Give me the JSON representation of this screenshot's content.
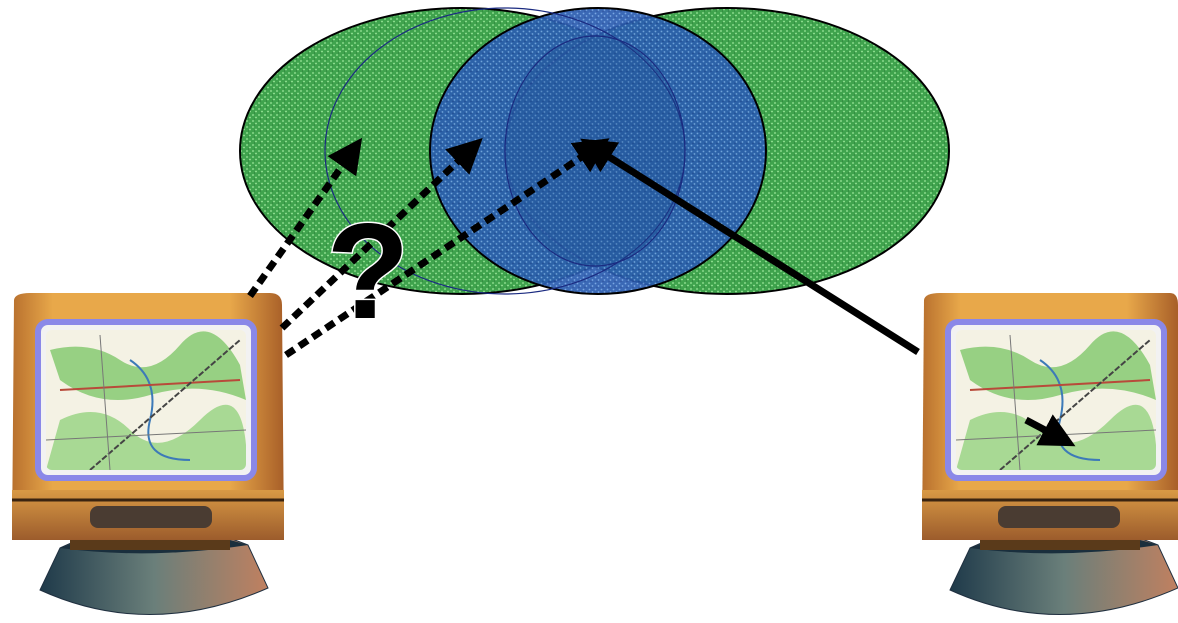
{
  "diagram": {
    "question_mark": "?",
    "colors": {
      "green_region": "#3fa34d",
      "green_region_light": "#9be69b",
      "blue_region": "#2a5cb0",
      "blue_region_light": "#6fa0e0",
      "arrow": "#000000",
      "monitor_body": "#e0a23c",
      "monitor_shade": "#b06a2a",
      "screen_frame": "#8a88e8",
      "stand": "#2c3a4a"
    },
    "monitors": [
      {
        "name": "left-monitor",
        "has_local_arrow": false
      },
      {
        "name": "right-monitor",
        "has_local_arrow": true
      }
    ],
    "arrows": {
      "dotted_count": 3,
      "solid_count": 1
    }
  }
}
